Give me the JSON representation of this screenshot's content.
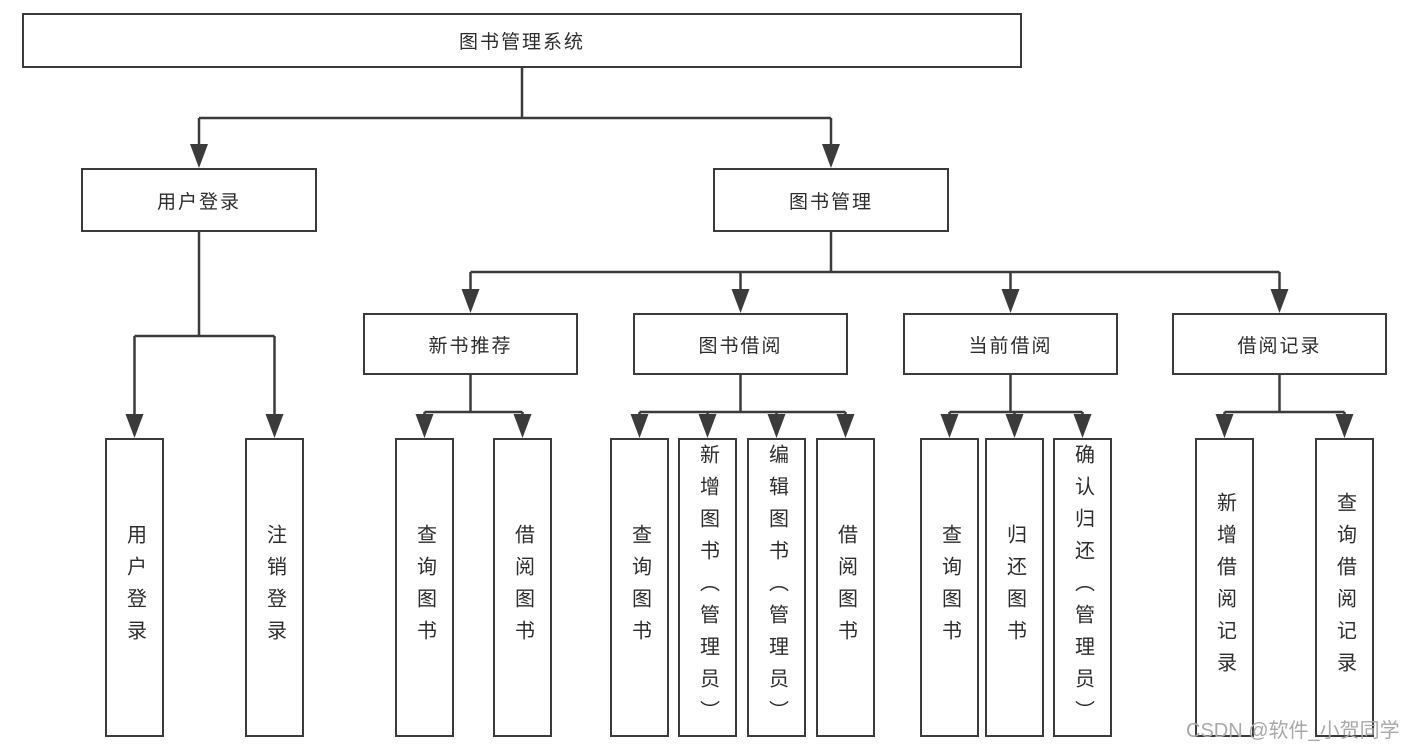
{
  "diagram": {
    "title": "图书管理系统",
    "tree": {
      "root": {
        "label": "图书管理系统",
        "children": [
          {
            "label": "用户登录",
            "children": [
              {
                "label": "用户登录"
              },
              {
                "label": "注销登录"
              }
            ]
          },
          {
            "label": "图书管理",
            "children": [
              {
                "label": "新书推荐",
                "children": [
                  {
                    "label": "查询图书"
                  },
                  {
                    "label": "借阅图书"
                  }
                ]
              },
              {
                "label": "图书借阅",
                "children": [
                  {
                    "label": "查询图书"
                  },
                  {
                    "label": "新增图书（管理员）"
                  },
                  {
                    "label": "编辑图书（管理员）"
                  },
                  {
                    "label": "借阅图书"
                  }
                ]
              },
              {
                "label": "当前借阅",
                "children": [
                  {
                    "label": "查询图书"
                  },
                  {
                    "label": "归还图书"
                  },
                  {
                    "label": "确认归还（管理员）"
                  }
                ]
              },
              {
                "label": "借阅记录",
                "children": [
                  {
                    "label": "新增借阅记录"
                  },
                  {
                    "label": "查询借阅记录"
                  }
                ]
              }
            ]
          }
        ]
      }
    },
    "colors": {
      "line": "#3b3b3b",
      "text": "#2d2d2d",
      "background": "#ffffff",
      "watermark": "#a9a9a9"
    }
  },
  "watermark": {
    "text": "CSDN @软件_小贺同学"
  }
}
